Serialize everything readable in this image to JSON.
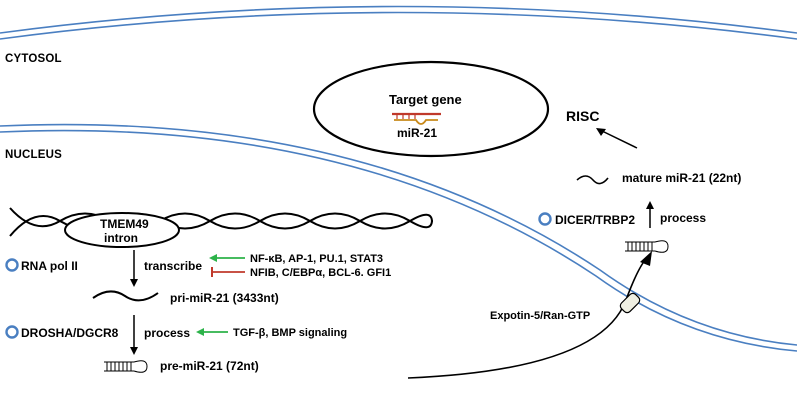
{
  "compartments": {
    "cytosol": "CYTOSOL",
    "nucleus": "NUCLEUS"
  },
  "risc": {
    "label": "RISC",
    "target_gene": "Target gene",
    "mirna": "miR-21"
  },
  "gene": {
    "name_line1": "TMEM49",
    "name_line2": "intron"
  },
  "steps": {
    "rna_pol": "RNA pol II",
    "transcribe": "transcribe",
    "activators": "NF-κB, AP-1, PU.1, STAT3",
    "repressors": "NFIB, C/EBPα, BCL-6. GFI1",
    "pri": "pri-miR-21 (3433nt)",
    "drosha": "DROSHA/DGCR8",
    "process1": "process",
    "signaling": "TGF-β, BMP signaling",
    "pre": "pre-miR-21 (72nt)",
    "exportin": "Expotin-5/Ran-GTP",
    "dicer": "DICER/TRBP2",
    "process2": "process",
    "mature": "mature miR-21 (22nt)"
  },
  "colors": {
    "membrane": "#4a7fc1",
    "activation_arrow": "#2db34a",
    "inhibition_arrow": "#c0392b",
    "enzyme_circle": "#4a7fc1",
    "target_strand": "#c0392b",
    "mirna_strand": "#c8891a"
  }
}
